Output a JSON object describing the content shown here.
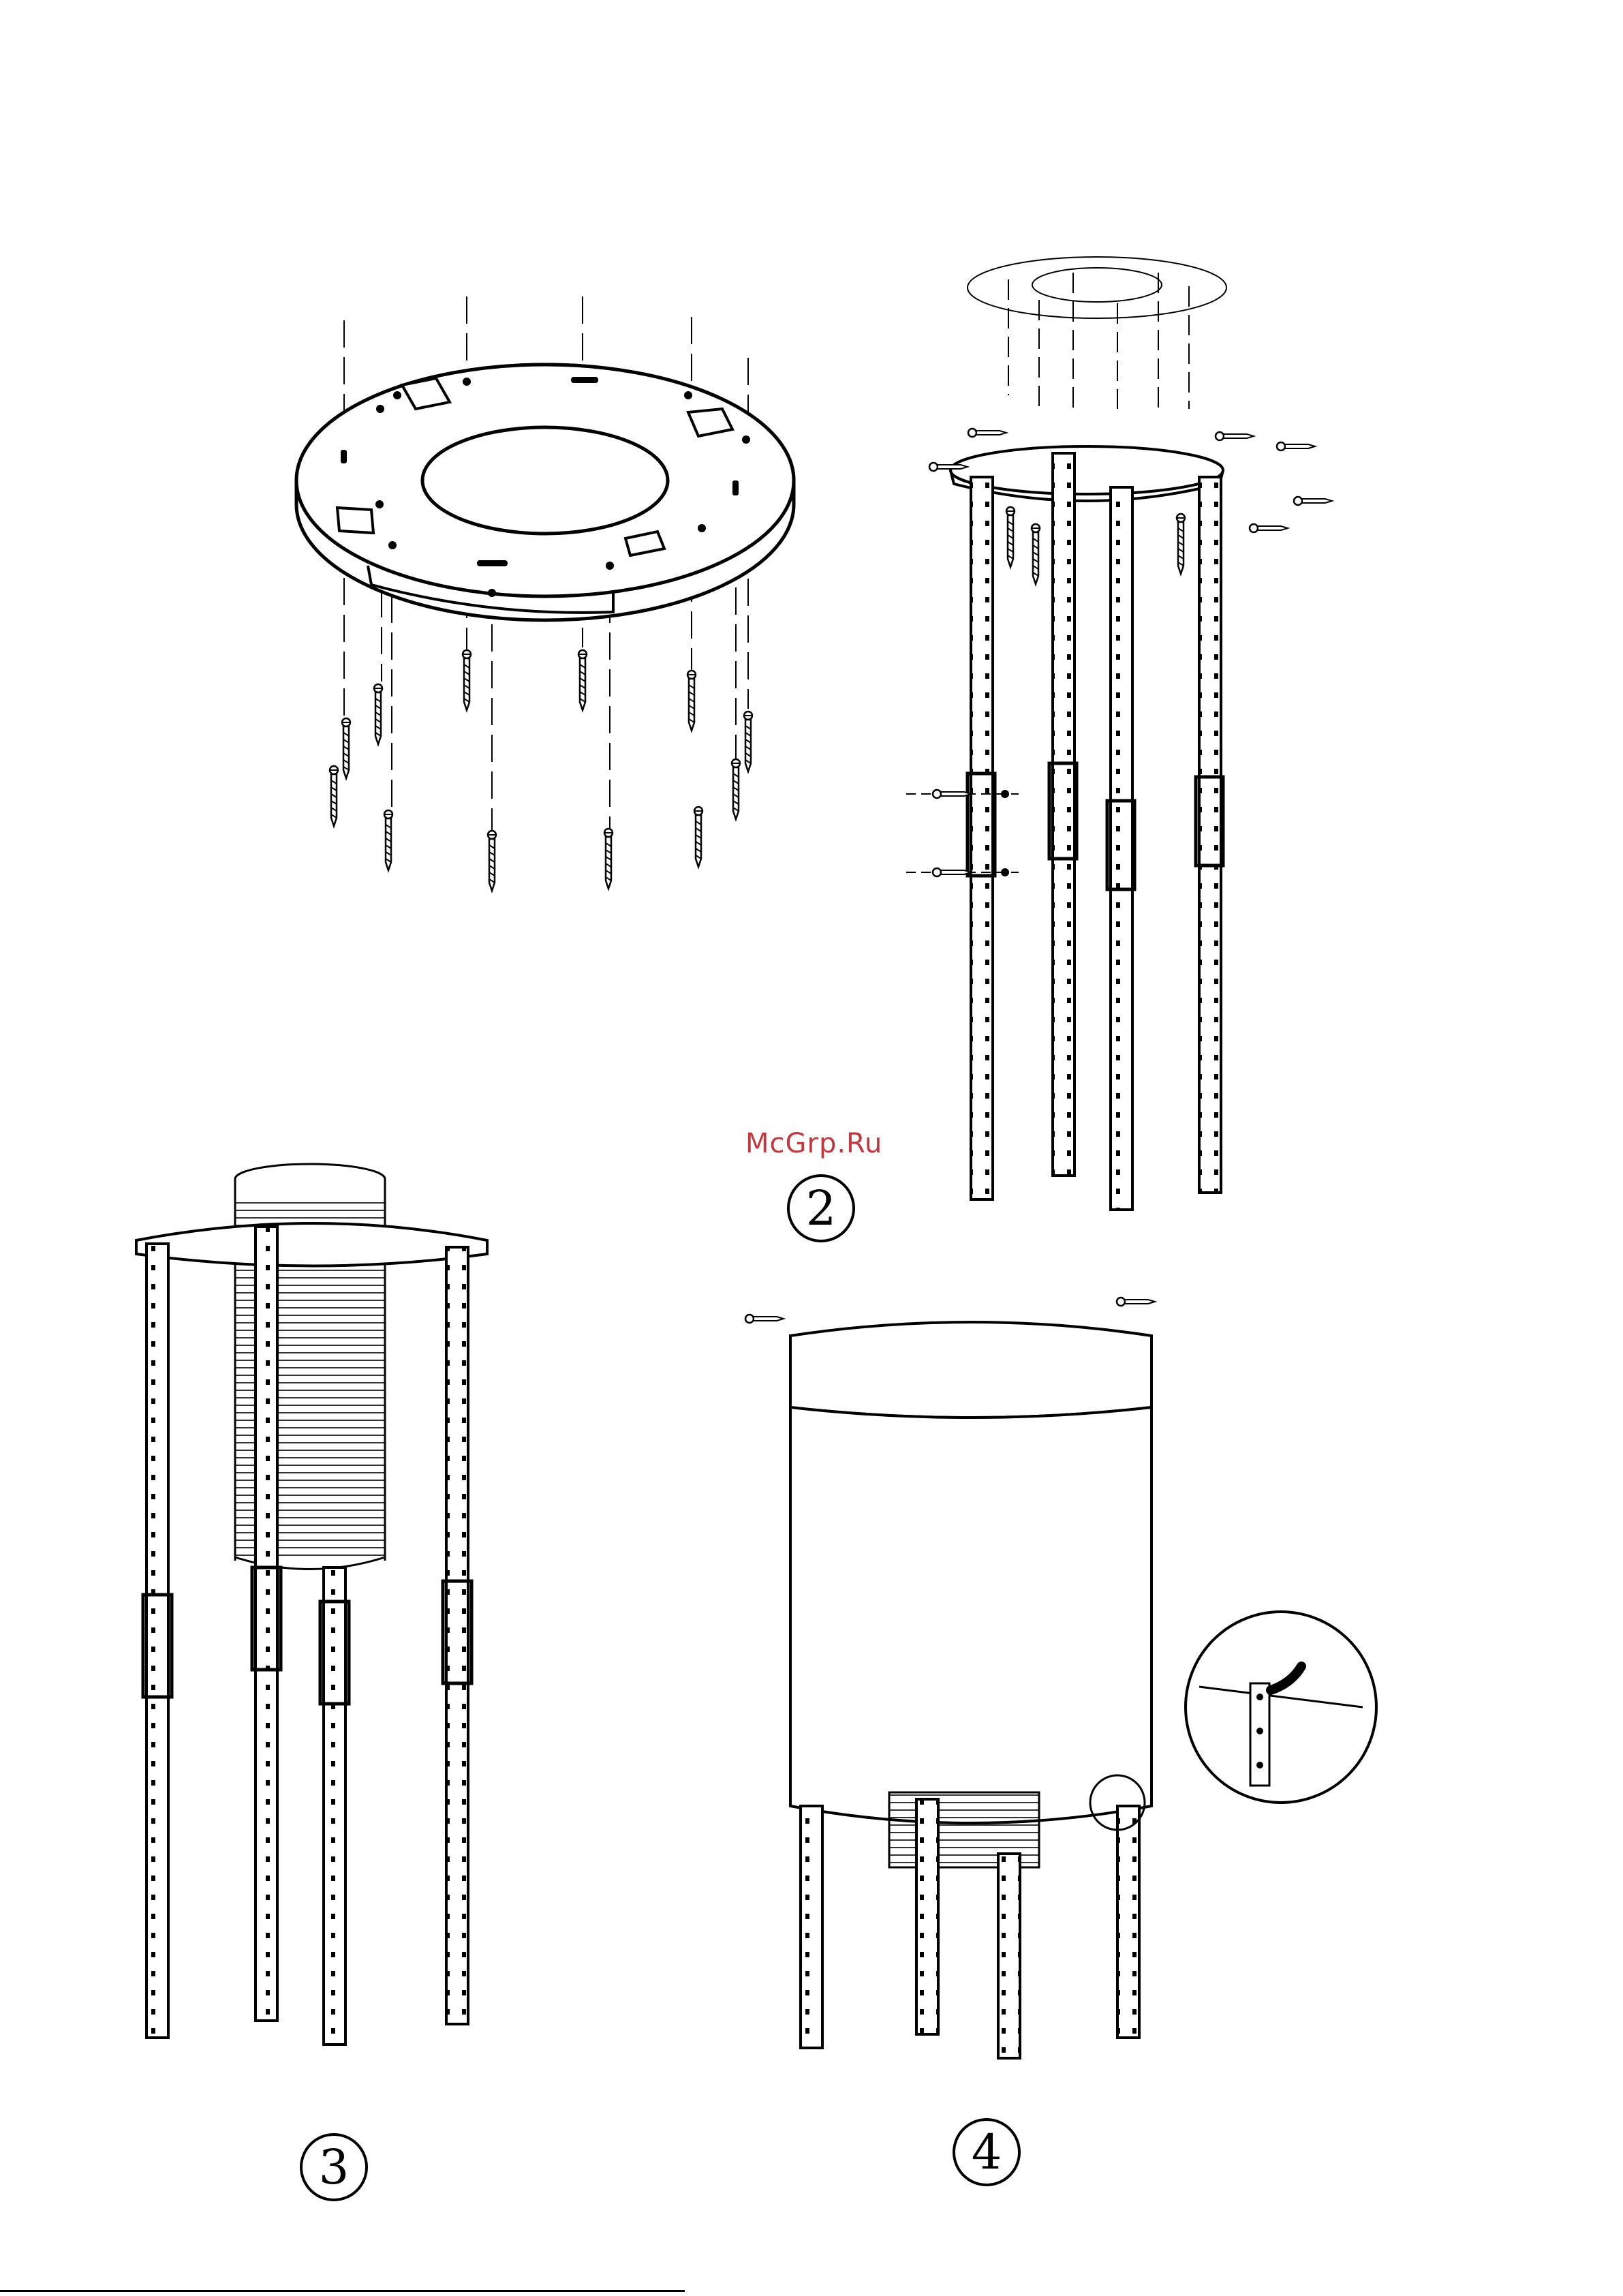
{
  "watermark": "McGrp.Ru",
  "steps": {
    "step2": "2",
    "step3": "3",
    "step4": "4"
  },
  "figures": [
    {
      "name": "figure-1",
      "icon": "ring-plate-with-screws"
    },
    {
      "name": "figure-2",
      "icon": "brackets-assembly"
    },
    {
      "name": "figure-3",
      "icon": "duct-and-brackets"
    },
    {
      "name": "figure-4",
      "icon": "chimney-cover"
    }
  ],
  "colors": {
    "ink": "#000000",
    "watermark": "#c0393f"
  }
}
